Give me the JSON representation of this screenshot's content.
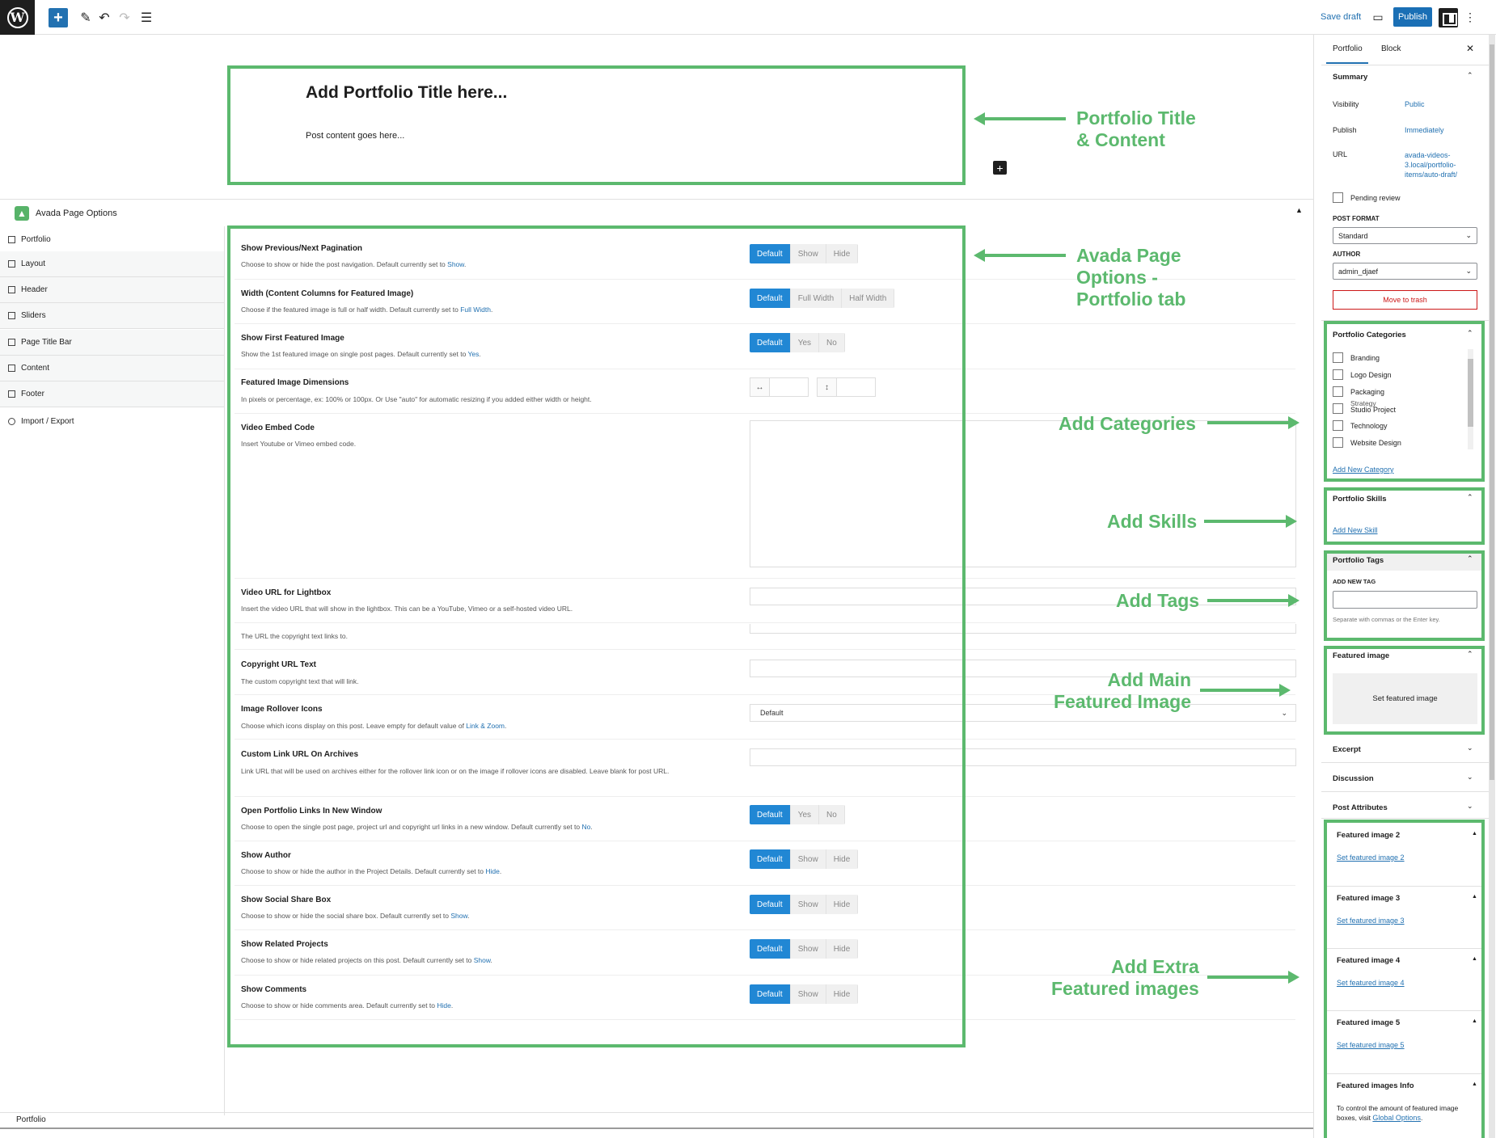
{
  "toolbar": {
    "save_draft": "Save draft",
    "publish": "Publish"
  },
  "editor": {
    "title": "Add Portfolio Title here...",
    "content": "Post content goes here..."
  },
  "annotations": {
    "title_content": "Portfolio Title\n& Content",
    "page_options": "Avada Page\nOptions -\nPortfolio tab",
    "categories": "Add Categories",
    "skills": "Add Skills",
    "tags": "Add Tags",
    "main_featured": "Add Main\nFeatured Image",
    "extra_featured": "Add Extra\nFeatured images"
  },
  "page_options": {
    "header": "Avada Page Options",
    "tabs": [
      "Portfolio",
      "Layout",
      "Header",
      "Sliders",
      "Page Title Bar",
      "Content",
      "Footer",
      "Import / Export"
    ],
    "options": [
      {
        "title": "Show Previous/Next Pagination",
        "desc": "Choose to show or hide the post navigation. Default currently set to ",
        "link": "Show",
        "buttons": [
          "Default",
          "Show",
          "Hide"
        ]
      },
      {
        "title": "Width (Content Columns for Featured Image)",
        "desc": "Choose if the featured image is full or half width. Default currently set to ",
        "link": "Full Width",
        "buttons": [
          "Default",
          "Full Width",
          "Half Width"
        ]
      },
      {
        "title": "Show First Featured Image",
        "desc": "Show the 1st featured image on single post pages. Default currently set to ",
        "link": "Yes",
        "buttons": [
          "Default",
          "Yes",
          "No"
        ]
      },
      {
        "title": "Featured Image Dimensions",
        "desc": "In pixels or percentage, ex: 100% or 100px. Or Use \"auto\" for automatic resizing if you added either width or height."
      },
      {
        "title": "Video Embed Code",
        "desc": "Insert Youtube or Vimeo embed code."
      },
      {
        "title": "Video URL for Lightbox",
        "desc": "Insert the video URL that will show in the lightbox. This can be a YouTube, Vimeo or a self-hosted video URL."
      },
      {
        "desc": "The URL the copyright text links to."
      },
      {
        "title": "Copyright URL Text",
        "desc": "The custom copyright text that will link."
      },
      {
        "title": "Image Rollover Icons",
        "desc": "Choose which icons display on this post. Leave empty for default value of ",
        "link": "Link & Zoom",
        "select": "Default"
      },
      {
        "title": "Custom Link URL On Archives",
        "desc": "Link URL that will be used on archives either for the rollover link icon or on the image if rollover icons are disabled. Leave blank for post URL."
      },
      {
        "title": "Open Portfolio Links In New Window",
        "desc": "Choose to open the single post page, project url and copyright url links in a new window. Default currently set to ",
        "link": "No",
        "buttons": [
          "Default",
          "Yes",
          "No"
        ]
      },
      {
        "title": "Show Author",
        "desc": "Choose to show or hide the author in the Project Details. Default currently set to ",
        "link": "Hide",
        "buttons": [
          "Default",
          "Show",
          "Hide"
        ]
      },
      {
        "title": "Show Social Share Box",
        "desc": "Choose to show or hide the social share box. Default currently set to ",
        "link": "Show",
        "buttons": [
          "Default",
          "Show",
          "Hide"
        ]
      },
      {
        "title": "Show Related Projects",
        "desc": "Choose to show or hide related projects on this post. Default currently set to ",
        "link": "Show",
        "buttons": [
          "Default",
          "Show",
          "Hide"
        ]
      },
      {
        "title": "Show Comments",
        "desc": "Choose to show or hide comments area. Default currently set to ",
        "link": "Hide",
        "buttons": [
          "Default",
          "Show",
          "Hide"
        ]
      }
    ]
  },
  "sidebar": {
    "tab_portfolio": "Portfolio",
    "tab_block": "Block",
    "summary": {
      "title": "Summary",
      "visibility_label": "Visibility",
      "visibility_value": "Public",
      "publish_label": "Publish",
      "publish_value": "Immediately",
      "url_label": "URL",
      "url_value_1": "avada-videos-",
      "url_value_2": "3.local/portfolio-",
      "url_value_3": "items/auto-draft/",
      "pending_review": "Pending review",
      "post_format_label": "POST FORMAT",
      "post_format_value": "Standard",
      "author_label": "AUTHOR",
      "author_value": "admin_djaef",
      "move_to_trash": "Move to trash"
    },
    "categories": {
      "title": "Portfolio Categories",
      "items": [
        "Branding",
        "Logo Design",
        "Packaging",
        "Strategy",
        "Studio Project",
        "Technology",
        "Website Design"
      ],
      "add_new": "Add New Category"
    },
    "skills": {
      "title": "Portfolio Skills",
      "add_new": "Add New Skill"
    },
    "tags": {
      "title": "Portfolio Tags",
      "label": "ADD NEW TAG",
      "help": "Separate with commas or the Enter key."
    },
    "featured": {
      "title": "Featured image",
      "button": "Set featured image"
    },
    "excerpt": "Excerpt",
    "discussion": "Discussion",
    "post_attributes": "Post Attributes",
    "extra_featured": [
      {
        "title": "Featured image 2",
        "link": "Set featured image 2"
      },
      {
        "title": "Featured image 3",
        "link": "Set featured image 3"
      },
      {
        "title": "Featured image 4",
        "link": "Set featured image 4"
      },
      {
        "title": "Featured image 5",
        "link": "Set featured image 5"
      }
    ],
    "featured_info": {
      "title": "Featured images Info",
      "text": "To control the amount of featured image boxes, visit ",
      "link": "Global Options",
      "end": "."
    }
  },
  "footer": {
    "breadcrumb": "Portfolio"
  }
}
